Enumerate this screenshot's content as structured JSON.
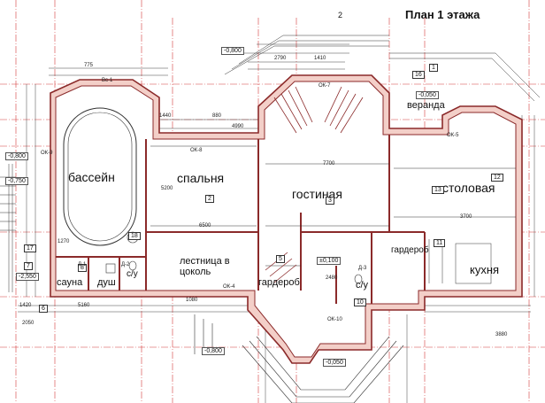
{
  "title": "План 1 этажа",
  "sheet_mark": "2",
  "rooms": {
    "pool": "бассейн",
    "bedroom": "спальня",
    "living": "гостиная",
    "dining": "столовая",
    "veranda": "веранда",
    "stair": "лестница в цоколь",
    "wardrobe_center": "гардероб",
    "wardrobe_right": "гардероб",
    "kitchen": "кухня",
    "sauna": "сауна",
    "shower": "душ",
    "wc_left": "с/у",
    "wc_center": "с/у"
  },
  "elevations": {
    "top": "-0,800",
    "veranda": "-0,050",
    "left1": "-0,800",
    "left2": "-0,750",
    "left3": "-2,550",
    "center": "±0,100",
    "bottom_left": "-0,800",
    "bottom": "-0,050"
  },
  "room_numbers": [
    "1",
    "2",
    "3",
    "5",
    "6",
    "7",
    "8",
    "10",
    "11",
    "12",
    "13",
    "16",
    "17",
    "18"
  ],
  "windows": [
    "Вс-1",
    "ОК-7",
    "ОК-8",
    "ОК-9",
    "ОК-4",
    "ОК-10",
    "ОК-5",
    "Д-1",
    "Д-2",
    "Д-3"
  ],
  "dimensions": [
    "775",
    "1410",
    "2790",
    "1440",
    "1270",
    "880",
    "4990",
    "7700",
    "6500",
    "3700",
    "5200",
    "1080",
    "2480",
    "3880",
    "1420",
    "2050",
    "5160"
  ],
  "colors": {
    "wall": "#8b2a2a",
    "wall_fill": "#f3cfc8",
    "axis": "#d63a3a",
    "line": "#333333"
  }
}
